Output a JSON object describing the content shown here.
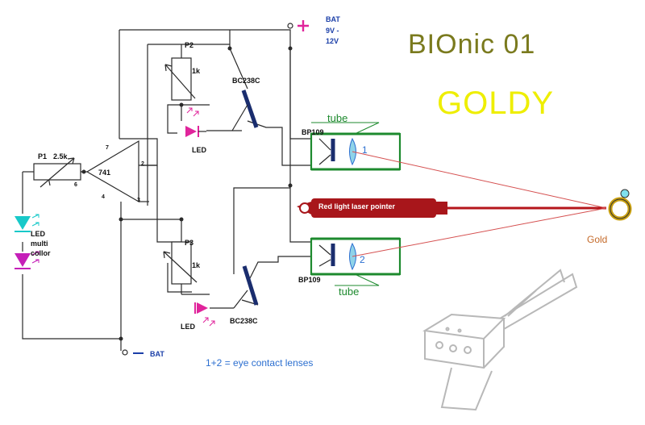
{
  "title": "BIOnic  01",
  "subtitle": "GOLDY",
  "labels": {
    "bat_top": "BAT",
    "bat_voltage_1": "9V -",
    "bat_voltage_2": "12V",
    "bat_bottom": "BAT",
    "p1": "P1",
    "p1_value": "2.5k",
    "p2": "P2",
    "p2_value": "1k",
    "p3": "P3",
    "p3_value": "1k",
    "opamp": "741",
    "pin7": "7",
    "pin6": "6",
    "pin4": "4",
    "pin2": "2",
    "pin3": "3",
    "led_top": "LED",
    "led_bottom": "LED",
    "led_multi_1": "LED",
    "led_multi_2": "multi",
    "led_multi_3": "collor",
    "bc238c_top": "BC238C",
    "bc238c_bottom": "BC238C",
    "bp109_top": "BP109",
    "bp109_bottom": "BP109",
    "tube_top": "tube",
    "tube_bottom": "tube",
    "lens_1": "1",
    "lens_2": "2",
    "laser": "Red light laser pointer",
    "gold": "Gold",
    "note": "1+2 = eye contact lenses"
  },
  "colors": {
    "wire": "#2a2a2a",
    "transistor": "#1a2d6e",
    "led_pink": "#e0249b",
    "led_cyan": "#18c9c9",
    "led_magenta": "#c51fb8",
    "tube": "#1d8a2e",
    "laser": "#a8161b",
    "beam": "#d55050",
    "title": "#7a7a1e",
    "subtitle": "#eeee00",
    "bat_plus": "#e0249b",
    "bat_minus": "#1b3fa8"
  }
}
